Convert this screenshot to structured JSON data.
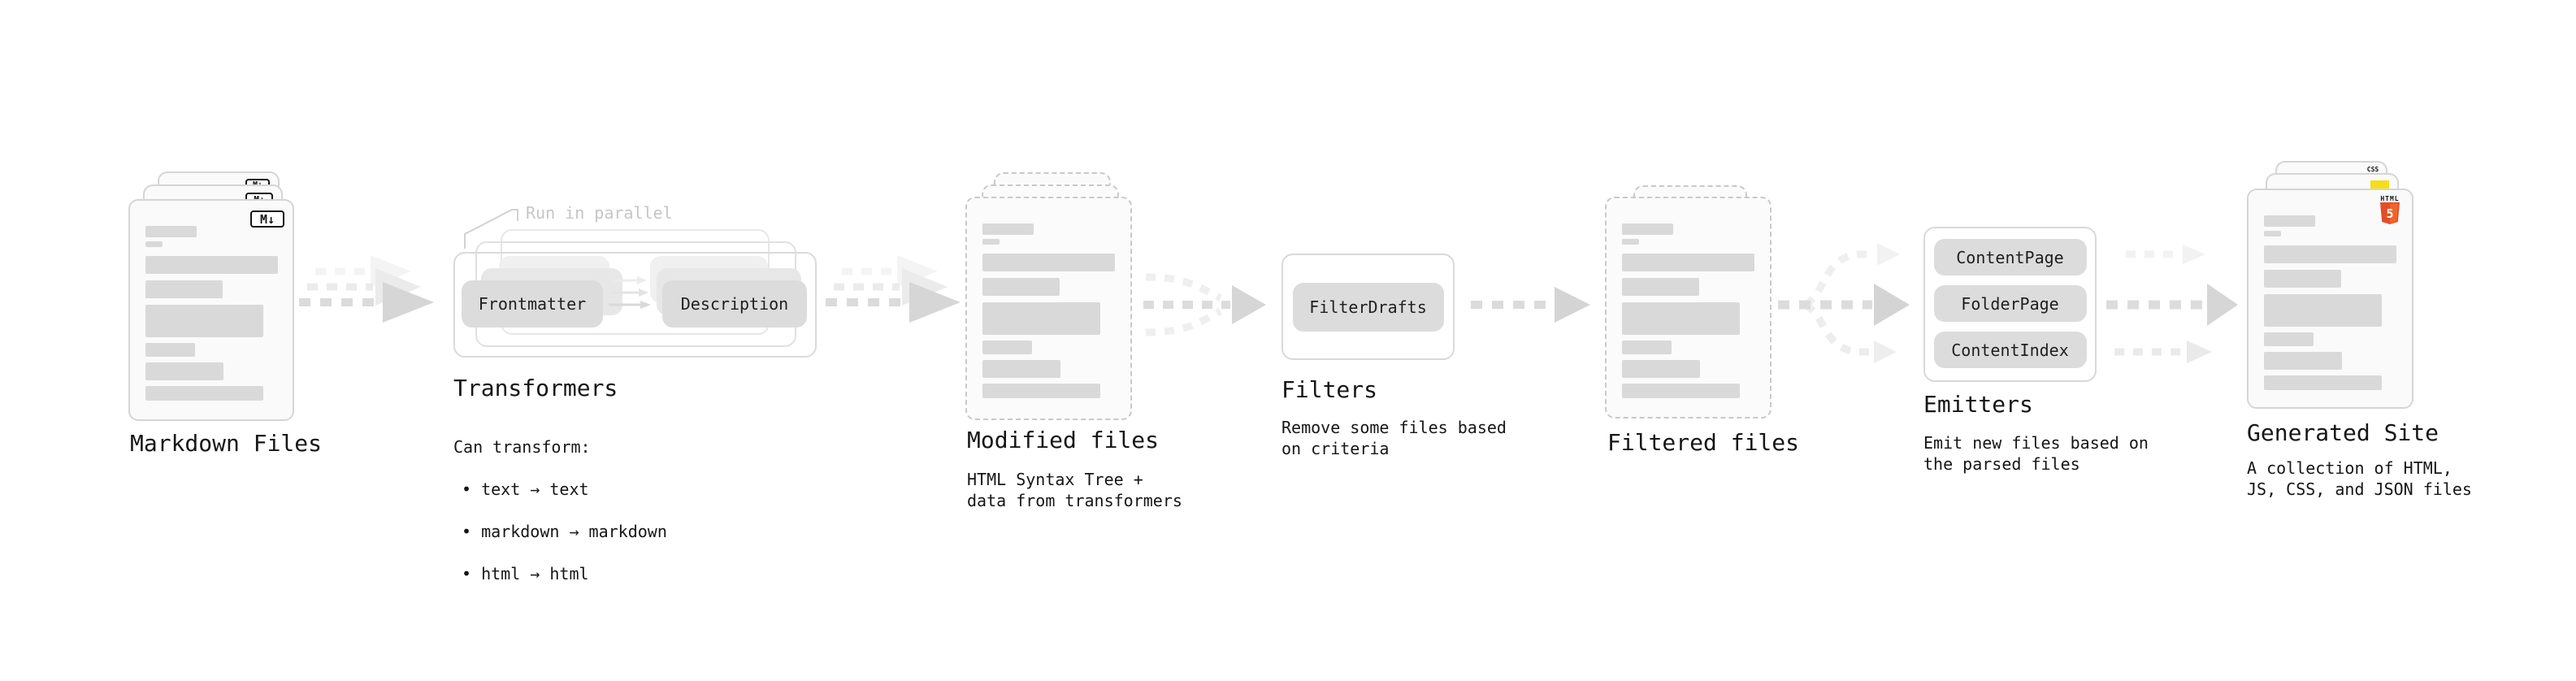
{
  "stages": {
    "markdown_files": {
      "title": "Markdown Files",
      "file_badge": "M↓"
    },
    "transformers": {
      "title": "Transformers",
      "annotation": "Run in parallel",
      "pill_left": "Frontmatter",
      "pill_right": "Description",
      "caption_heading": "Can transform:",
      "caption_items": [
        "• text → text",
        "• markdown → markdown",
        "• html → html"
      ]
    },
    "modified_files": {
      "title": "Modified files",
      "caption": "HTML Syntax Tree +\ndata from transformers"
    },
    "filters": {
      "title": "Filters",
      "pill": "FilterDrafts",
      "caption": "Remove some files based\non criteria"
    },
    "filtered_files": {
      "title": "Filtered files"
    },
    "emitters": {
      "title": "Emitters",
      "pills": [
        "ContentPage",
        "FolderPage",
        "ContentIndex"
      ],
      "caption": "Emit new files based on\nthe parsed files"
    },
    "generated_site": {
      "title": "Generated Site",
      "caption": "A collection of HTML,\nJS, CSS, and JSON files",
      "html_badge_word": "HTML",
      "html_badge_number": "5",
      "css_badge_word": "CSS"
    }
  },
  "colors": {
    "html5_dark": "#e44d26",
    "html5_light": "#f16529",
    "js_yellow": "#f5de19",
    "css_blue": "#2862e9",
    "arrow_main": "#d9d9d9",
    "arrow_ghost": "#eeeeee",
    "card_border": "#d5d5d5",
    "pill_bg": "#dcdcdc"
  }
}
